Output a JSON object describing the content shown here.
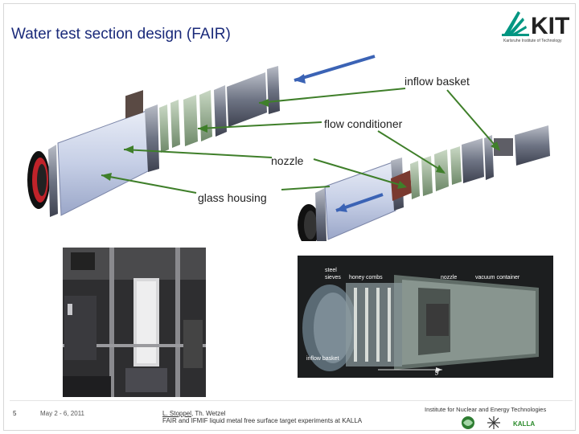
{
  "title": "Water test section design (FAIR)",
  "logo": {
    "text": "KIT",
    "subtitle": "Karlsruhe Institute of Technology"
  },
  "labels": {
    "inflow_basket": "inflow basket",
    "flow_conditioner": "flow conditioner",
    "nozzle": "nozzle",
    "glass_housing": "glass housing"
  },
  "photo_labels": {
    "steel_sieves": "steel",
    "sieves": "sieves",
    "honey_combs": "honey combs",
    "nozzle": "nozzle",
    "vacuum_container": "vacuum container",
    "inflow_basket": "inflow basket",
    "g": "g"
  },
  "footer": {
    "slide_number": "5",
    "date": "May 2 - 6, 2011",
    "authors_underlined": "L. Stoppel",
    "authors_rest": ", Th. Wetzel",
    "paper": "FAIR and IFMIF liquid metal free surface target experiments at KALLA",
    "institute": "Institute for Nuclear and Energy Technologies",
    "kalla": "KALLA"
  },
  "colors": {
    "title": "#1a2a7a",
    "arrow_green": "#3f7f2a",
    "arrow_blue": "#3b63b5",
    "kit_green": "#009682"
  }
}
